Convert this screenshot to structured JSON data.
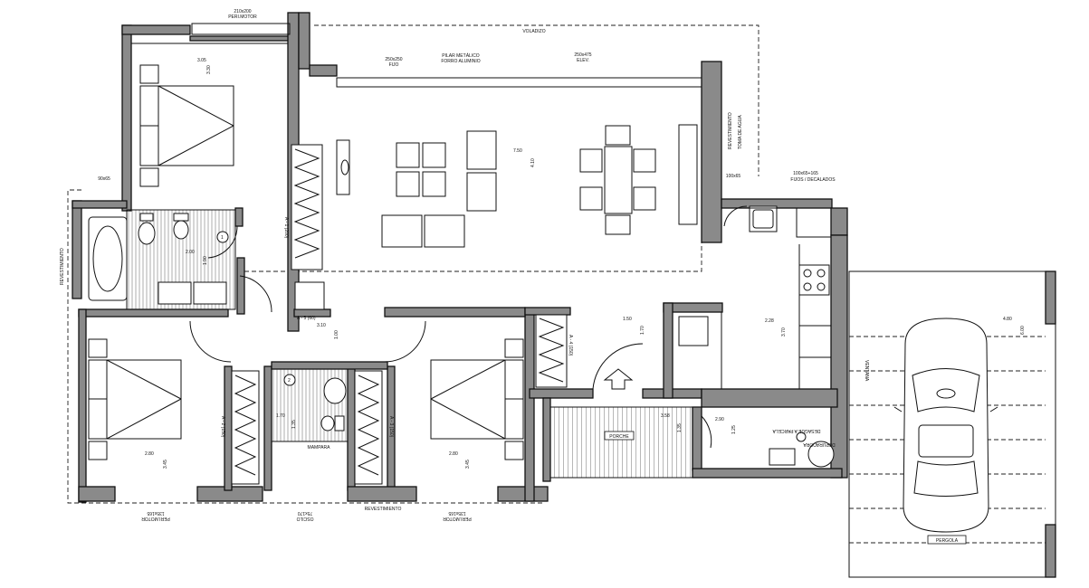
{
  "labels": {
    "perimotor_top": "210x200",
    "perimotor_top2": "PERI.MOTOR",
    "voladizo": "VOLADIZO",
    "fijo_dim": "250x250",
    "fijo": "FIJO",
    "pilar_1": "PILAR METÁLICO",
    "pilar_2": "FORRO ALUMINIO",
    "elev_dim": "250x475",
    "elev": "ELEV.",
    "bed1_w": "3.05",
    "bed1_h": "3.30",
    "living_w": "7.50",
    "living_h": "4.10",
    "revest_right": "REVESTIMIENTO",
    "toma_agua": "TOMA DE AGUA",
    "fijos_dim": "100x65+165",
    "fijos_dim2": "100x65",
    "fijos": "FIJOS / DECALADOS",
    "ventana_small": "90x65",
    "revest_left": "REVESTIMIENTO",
    "bath1_w": "2.00",
    "bath1_h": "1.90",
    "circle1": "1",
    "armario_a1": "A - 1 (200)",
    "armario_a5": "A - 5 (60)",
    "hall_w": "3.10",
    "hall_h": "1.00",
    "bed2_w": "2.80",
    "bed2_h": "3.45",
    "armario_a2": "A - 2 (150)",
    "circle2": "2",
    "bath2_w": "1.70",
    "bath2_h": "1.35",
    "mampara": "MAMPARA",
    "armario_a3": "A - 3 (150)",
    "bed3_w": "2.80",
    "bed3_h": "3.45",
    "armario_a4": "A - 4 (150)",
    "entry_w": "1.50",
    "entry_h": "1.70",
    "kitchen_w": "2.28",
    "kitchen_h": "3.70",
    "porch_w": "3.58",
    "porch_h": "1.35",
    "porche": "PORCHE",
    "laundry_w": "2.90",
    "laundry_h": "1.25",
    "desague": "DESAGÜE A PARCELA",
    "depuradora": "DEPURADORA",
    "ventana_garaje": "VENTANA",
    "garage_w": "4.80",
    "garage_h": "6.00",
    "pergola": "PERGOLA",
    "bottom_1": "135x165",
    "bottom_1b": "PERI.MOTOR",
    "bottom_2": "75x170",
    "bottom_2b": "OSCILO",
    "bottom_3": "REVESTIMIENTO",
    "bottom_4": "135x165",
    "bottom_4b": "PERI.MOTOR"
  }
}
